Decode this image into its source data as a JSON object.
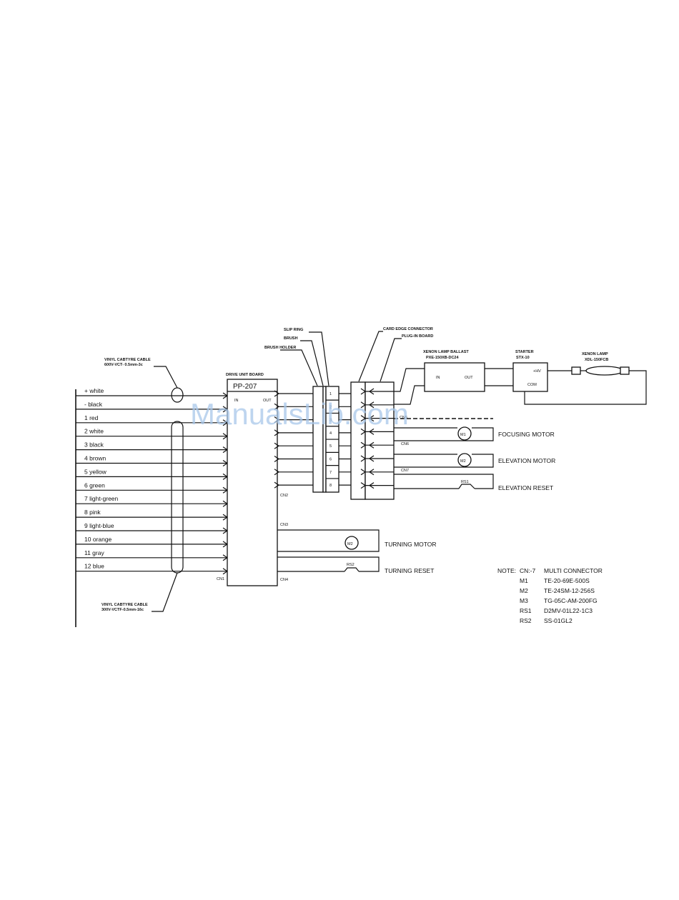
{
  "watermark": "ManualsLib.com",
  "cables": {
    "top": [
      "VINYL CABTYRE CABLE",
      "600V-VCT- 0.5mm-3c"
    ],
    "bottom": [
      "VINYL CABTYRE CABLE",
      "300V-VCTF-0.5mm-16c"
    ]
  },
  "wires": [
    "+ white",
    "- black",
    "1 red",
    "2 white",
    "3 black",
    "4 brown",
    "5 yellow",
    "6 green",
    "7 light-green",
    "8 pink",
    "9 light-blue",
    "10 orange",
    "11 gray",
    "12 blue"
  ],
  "drive_board": {
    "caption": "DRIVE UNIT BOARD",
    "name": "PP-207",
    "in": "IN",
    "out": "OUT",
    "cn1": "CN1",
    "cn2": "CN2",
    "cn3": "CN3",
    "cn4": "CN4"
  },
  "slip_ring": {
    "slip_ring": "SLIP RING",
    "brush": "BRUSH",
    "brush_holder": "BRUSH HOLDER",
    "numbers": [
      "1",
      "2",
      "3",
      "4",
      "5",
      "6",
      "7",
      "8"
    ]
  },
  "card_edge": {
    "connector": "CARD EDGE CONNECTOR",
    "board": "PLUG-IN BOARD",
    "cn5": "CN5",
    "cn6": "CN6",
    "cn7": "CN7"
  },
  "ballast": {
    "title": "XENON LAMP BALLAST",
    "model": "PXE-150XB-DC24",
    "in": "IN",
    "out": "OUT"
  },
  "starter": {
    "title": "STARTER",
    "model": "STX-10",
    "hv": "+HV",
    "com": "COM"
  },
  "lamp": {
    "title": "XENON LAMP",
    "model": "XDL-150FCB"
  },
  "loads": {
    "focusing_motor": "FOCUSING MOTOR",
    "elevation_motor": "ELEVATION MOTOR",
    "elevation_reset": "ELEVATION RESET",
    "turning_motor": "TURNING MOTOR",
    "turning_reset": "TURNING RESET",
    "m1": "M1",
    "m2": "M2",
    "m3": "M2",
    "rs1": "RS1",
    "rs2": "RS2"
  },
  "notes": {
    "label": "NOTE:",
    "rows": [
      {
        "key": "CN:-7",
        "value": "MULTI CONNECTOR"
      },
      {
        "key": "M1",
        "value": "TE-20-69E-500S"
      },
      {
        "key": "M2",
        "value": "TE-24SM-12-256S"
      },
      {
        "key": "M3",
        "value": "TG-05C-AM-200FG"
      },
      {
        "key": "RS1",
        "value": "D2MV-01L22-1C3"
      },
      {
        "key": "RS2",
        "value": "SS-01GL2"
      }
    ]
  }
}
